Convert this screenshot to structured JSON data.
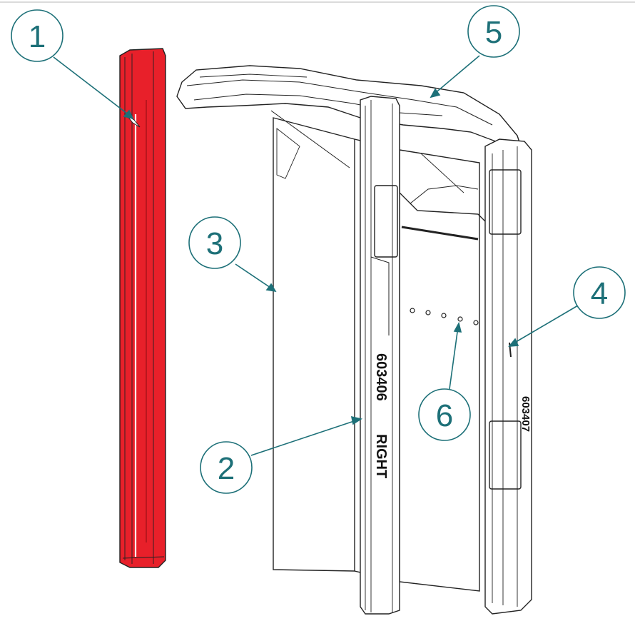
{
  "diagram": {
    "parts": [
      {
        "id": "part-1",
        "label": "1",
        "color": "#e8202a"
      },
      {
        "id": "part-2",
        "label": "2"
      },
      {
        "id": "part-3",
        "label": "3"
      },
      {
        "id": "part-4",
        "label": "4"
      },
      {
        "id": "part-5",
        "label": "5"
      },
      {
        "id": "part-6",
        "label": "6"
      }
    ],
    "stamps": {
      "front_post_number": "603406",
      "front_post_side": "RIGHT",
      "rear_post_number": "603407"
    },
    "colors": {
      "callout": "#1d7078",
      "outline": "#222222",
      "highlight": "#e8202a"
    }
  }
}
